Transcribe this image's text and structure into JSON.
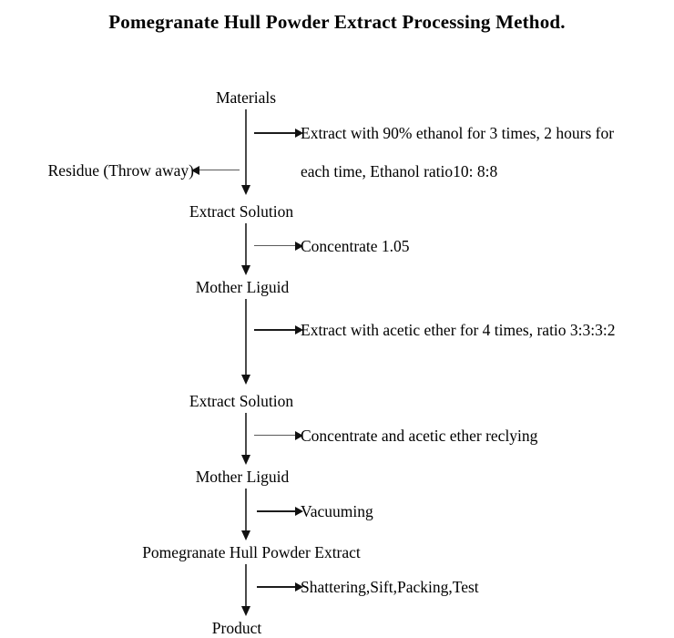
{
  "title": "Pomegranate Hull Powder Extract Processing Method.",
  "diagram": {
    "type": "flowchart",
    "orientation": "vertical",
    "nodes": [
      {
        "id": "materials",
        "label": "Materials"
      },
      {
        "id": "extract1",
        "label": "Extract Solution"
      },
      {
        "id": "mother1",
        "label": "Mother Liguid"
      },
      {
        "id": "extract2",
        "label": "Extract Solution"
      },
      {
        "id": "mother2",
        "label": "Mother Liguid"
      },
      {
        "id": "product_ex",
        "label": "Pomegranate Hull Powder Extract"
      },
      {
        "id": "product",
        "label": "Product"
      }
    ],
    "side_outputs": [
      {
        "id": "residue",
        "label": "Residue (Throw away)",
        "direction": "left"
      }
    ],
    "steps": [
      {
        "id": "step-ethanol",
        "from": "materials",
        "to": "extract1",
        "line1": "Extract with 90% ethanol for 3 times, 2 hours for",
        "line2": "each time, Ethanol ratio10: 8:8"
      },
      {
        "id": "step-concentrate-1",
        "from": "extract1",
        "to": "mother1",
        "line1": "Concentrate 1.05",
        "line2": ""
      },
      {
        "id": "step-acetic-ether",
        "from": "mother1",
        "to": "extract2",
        "line1": "Extract with acetic ether for 4 times, ratio 3:3:3:2",
        "line2": ""
      },
      {
        "id": "step-reclying",
        "from": "extract2",
        "to": "mother2",
        "line1": "Concentrate and acetic ether reclying",
        "line2": ""
      },
      {
        "id": "step-vacuuming",
        "from": "mother2",
        "to": "product_ex",
        "line1": "Vacuuming",
        "line2": ""
      },
      {
        "id": "step-packing",
        "from": "product_ex",
        "to": "product",
        "line1": "Shattering,Sift,Packing,Test",
        "line2": ""
      }
    ]
  },
  "colors": {
    "background": "#ffffff",
    "text": "#000000",
    "line": "#2b2b2b",
    "line_light": "#5a5a5a"
  }
}
